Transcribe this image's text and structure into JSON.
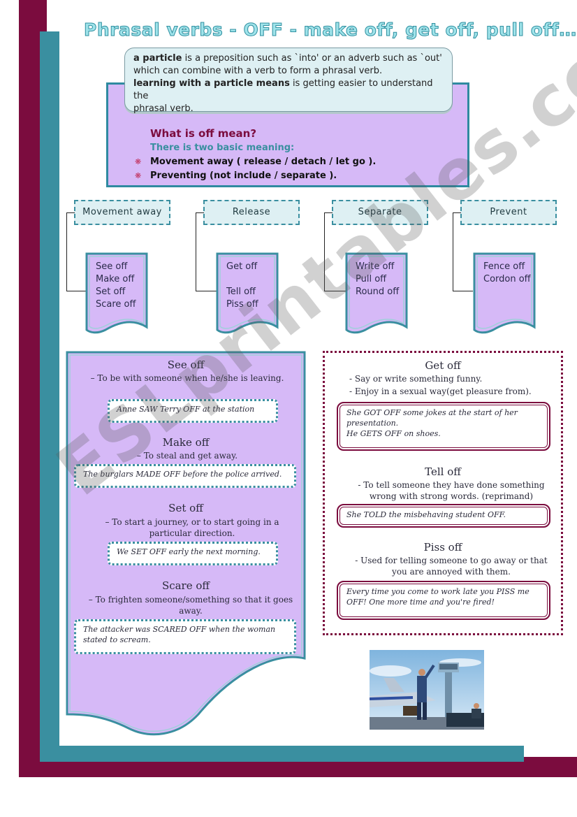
{
  "title": "Phrasal verbs - OFF - make off, get off, pull off…",
  "note": {
    "line1_bold": "a particle",
    "line1_rest": " is a preposition such as `into' or an adverb such as `out'",
    "line2": "which can combine with a verb to form a phrasal verb.",
    "line3_bold": "learning with a particle means",
    "line3_rest": " is getting easier to understand the",
    "line4": "phrasal verb."
  },
  "meaning": {
    "title": "What is off mean?",
    "subtitle": "There is two basic meaning:",
    "bullets": [
      "Movement away ( release / detach / let go ).",
      "Preventing (not include / separate )."
    ]
  },
  "categories": [
    {
      "label": "Movement away",
      "items": [
        "See off",
        "Make off",
        "Set off",
        "Scare off"
      ]
    },
    {
      "label": "Release",
      "items": [
        "Get off",
        "",
        "Tell off",
        "Piss off"
      ]
    },
    {
      "label": "Separate",
      "items": [
        "Write off",
        "Pull off",
        "Round off"
      ]
    },
    {
      "label": "Prevent",
      "items": [
        "Fence off",
        "Cordon off"
      ]
    }
  ],
  "left_entries": {
    "see_off": {
      "heading": "See off",
      "definition": "–    To be with someone when he/she is leaving.",
      "example": "Anne SAW Terry OFF at the station"
    },
    "make_off": {
      "heading": "Make off",
      "definition": "–    To steal and get away.",
      "example": "The burglars MADE OFF before the police arrived."
    },
    "set_off": {
      "heading": "Set off",
      "definition": "–  To start a journey, or to start going in a particular direction.",
      "example": "We SET OFF early the next morning."
    },
    "scare_off": {
      "heading": "Scare off",
      "definition": "–    To frighten someone/something so that it goes away.",
      "example": "The attacker was SCARED OFF when the woman stated to scream."
    }
  },
  "right_entries": {
    "get_off": {
      "heading": "Get off",
      "def1": "-     Say or write something funny.",
      "def2": "-     Enjoy in a sexual way(get pleasure from).",
      "example": "She GOT OFF some jokes at the start of her presentation.",
      "example2": "He GETS OFF on shoes."
    },
    "tell_off": {
      "heading": "Tell off",
      "definition": "-     To tell someone they have done something wrong with strong words. (reprimand)",
      "example": "She TOLD the misbehaving student OFF."
    },
    "piss_off": {
      "heading": "Piss off",
      "definition": "-     Used for telling someone to go away or that you are annoyed with them.",
      "example": "Every time you come to work late you PISS me OFF! One more time and you're fired!"
    }
  },
  "watermark": "ESLprintables.com",
  "colors": {
    "maroon": "#7b0c3e",
    "teal": "#3a8fa0",
    "lavender": "#d6b9f7",
    "pale_blue": "#def0f3"
  }
}
